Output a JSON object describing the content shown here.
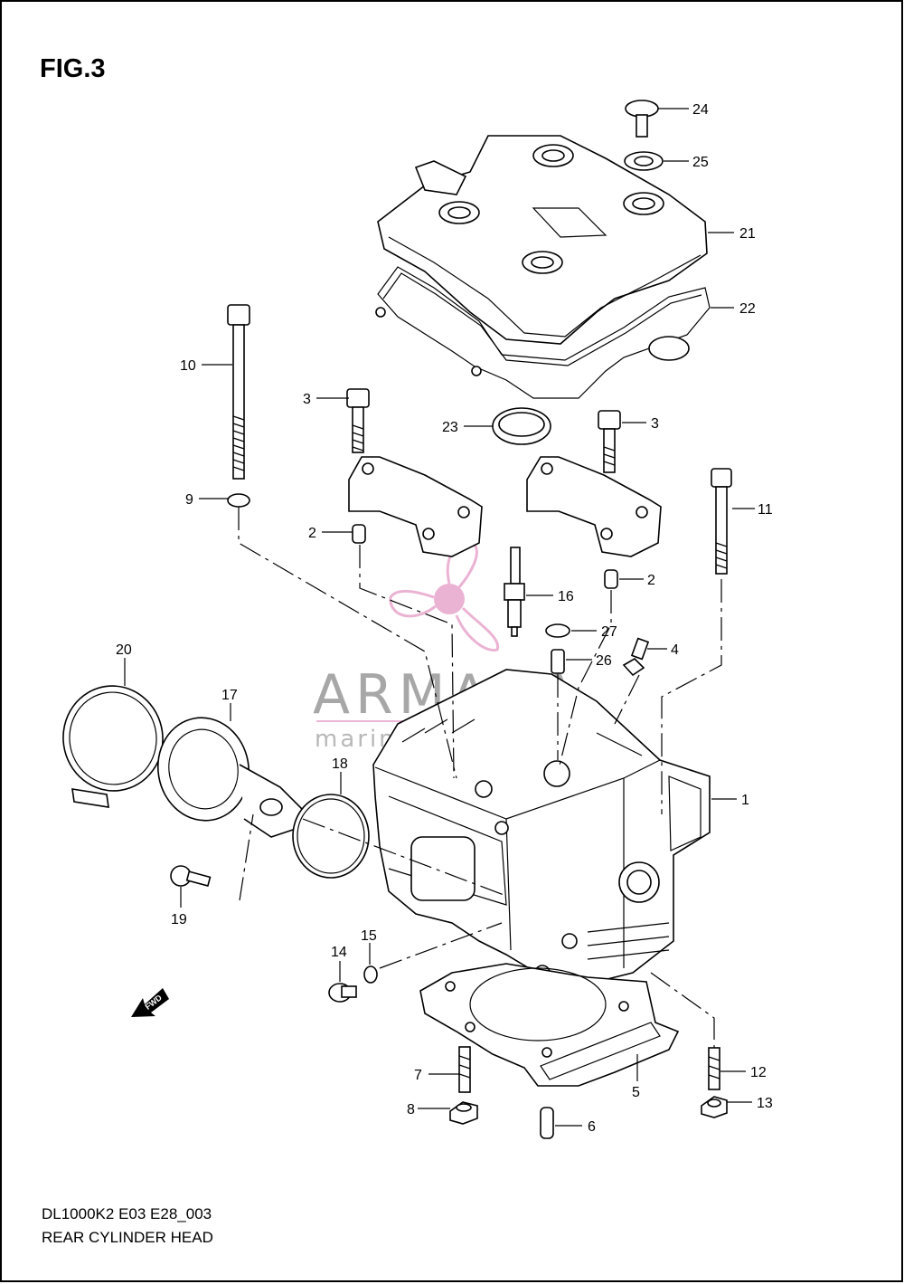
{
  "figure": {
    "title": "FIG.3",
    "code": "DL1000K2 E03 E28_003",
    "name": "REAR CYLINDER HEAD"
  },
  "watermark": {
    "brand": "ARMADA",
    "tagline": "marine outboards",
    "accent_color": "#e8a6cc",
    "text_color": "#8a8a8a"
  },
  "fwd_arrow_label": "FWD",
  "callouts": [
    {
      "id": "callout-24",
      "label": "24"
    },
    {
      "id": "callout-25",
      "label": "25"
    },
    {
      "id": "callout-21",
      "label": "21"
    },
    {
      "id": "callout-22",
      "label": "22"
    },
    {
      "id": "callout-10",
      "label": "10"
    },
    {
      "id": "callout-3a",
      "label": "3"
    },
    {
      "id": "callout-3b",
      "label": "3"
    },
    {
      "id": "callout-23",
      "label": "23"
    },
    {
      "id": "callout-9",
      "label": "9"
    },
    {
      "id": "callout-11",
      "label": "11"
    },
    {
      "id": "callout-2a",
      "label": "2"
    },
    {
      "id": "callout-2b",
      "label": "2"
    },
    {
      "id": "callout-16",
      "label": "16"
    },
    {
      "id": "callout-27",
      "label": "27"
    },
    {
      "id": "callout-4",
      "label": "4"
    },
    {
      "id": "callout-26",
      "label": "26"
    },
    {
      "id": "callout-20",
      "label": "20"
    },
    {
      "id": "callout-17",
      "label": "17"
    },
    {
      "id": "callout-18",
      "label": "18"
    },
    {
      "id": "callout-1",
      "label": "1"
    },
    {
      "id": "callout-19",
      "label": "19"
    },
    {
      "id": "callout-14",
      "label": "14"
    },
    {
      "id": "callout-15",
      "label": "15"
    },
    {
      "id": "callout-7",
      "label": "7"
    },
    {
      "id": "callout-5",
      "label": "5"
    },
    {
      "id": "callout-12",
      "label": "12"
    },
    {
      "id": "callout-8",
      "label": "8"
    },
    {
      "id": "callout-13",
      "label": "13"
    },
    {
      "id": "callout-6",
      "label": "6"
    }
  ]
}
